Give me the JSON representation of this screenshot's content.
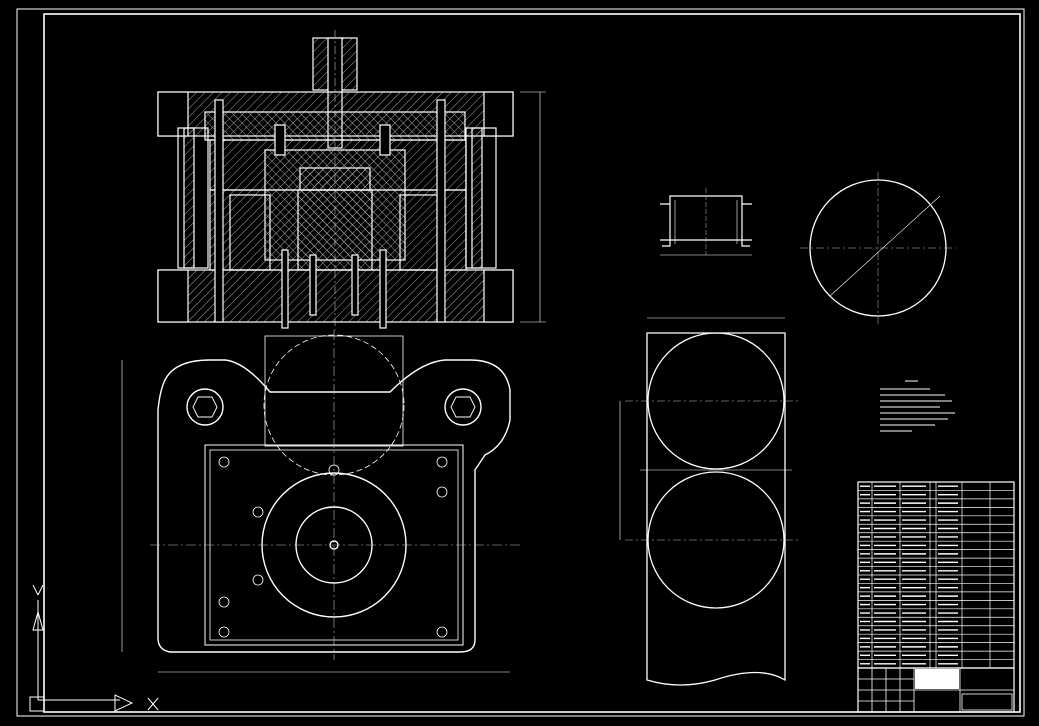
{
  "colors": {
    "background": "#000000",
    "line": "#ffffff",
    "hatch": "#cfcfcf",
    "center_line": "#bfbfbf"
  },
  "ucs_icon": {
    "y_label": "Y",
    "x_label": "X"
  },
  "views": {
    "section_view": "section-elevation-of-die",
    "plan_view": "plan-view-of-lower-die",
    "part_view": "drawn-part-profile",
    "blank_view": "circular-blank",
    "strip_view": "strip-layout"
  },
  "bom": {
    "row_count": 22,
    "columns": 6
  },
  "title_block": {
    "rows": 4
  }
}
